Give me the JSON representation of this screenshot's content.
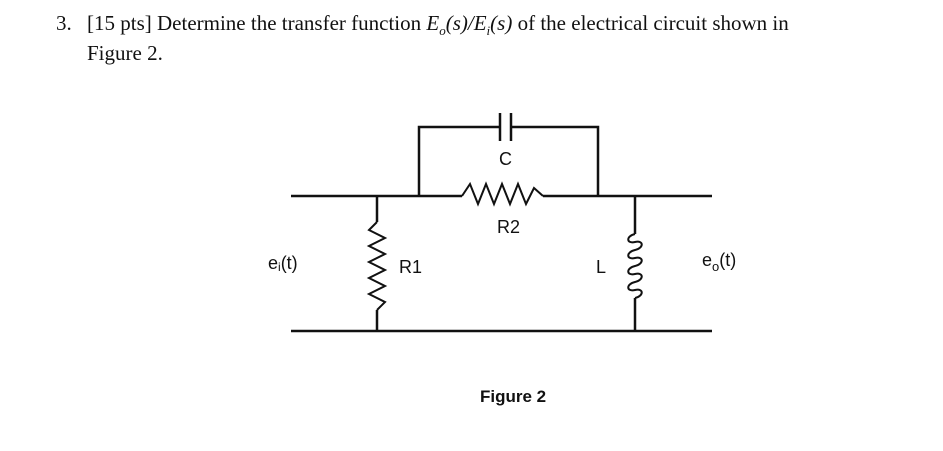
{
  "question": {
    "number": "3.",
    "text_before": "[15 pts] Determine the transfer function ",
    "func_num_base": "E",
    "func_num_sub": "o",
    "func_num_arg": "(s)/",
    "func_den_base": "E",
    "func_den_sub": "i",
    "func_den_arg": "(s)",
    "text_after": " of the electrical circuit shown in",
    "line2": "Figure 2."
  },
  "circuit": {
    "input_label": "ei(t)",
    "input_label_main": "e",
    "input_label_sub": "i",
    "input_label_rest": "(t)",
    "output_label_main": "e",
    "output_label_sub": "o",
    "output_label_rest": "(t)",
    "capacitor_label": "C",
    "resistor2_label": "R2",
    "resistor1_label": "R1",
    "inductor_label": "L",
    "figure_caption": "Figure 2"
  }
}
